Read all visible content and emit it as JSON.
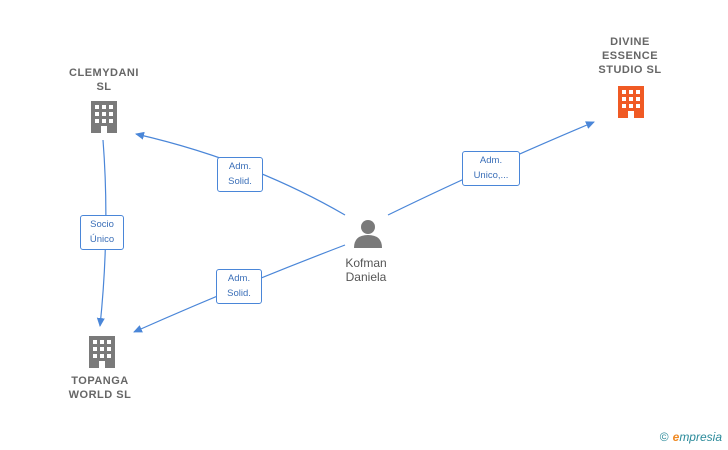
{
  "nodes": {
    "clemydani": {
      "label": "CLEMYDANI\nSL"
    },
    "divine": {
      "label": "DIVINE\nESSENCE\nSTUDIO  SL"
    },
    "topanga": {
      "label": "TOPANGA\nWORLD  SL"
    },
    "kofman": {
      "label": "Kofman\nDaniela"
    }
  },
  "edges": {
    "kofman_clemydani": {
      "label": "Adm.\nSolid."
    },
    "kofman_divine": {
      "label": "Adm.\nUnico,..."
    },
    "kofman_topanga": {
      "label": "Adm.\nSolid."
    },
    "clemydani_topanga": {
      "label": "Socio\nÚnico"
    }
  },
  "colors": {
    "edge": "#4a86d8",
    "company": "#7a7a7a",
    "highlight_company": "#f05a24",
    "person": "#7a7a7a"
  },
  "footer": {
    "copyright": "©",
    "brand_initial": "e",
    "brand_rest": "mpresia"
  }
}
